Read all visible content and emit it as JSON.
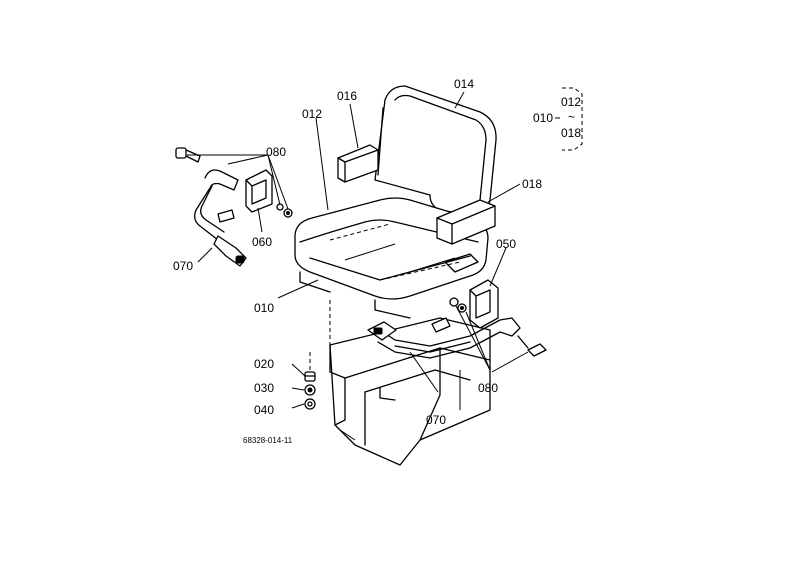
{
  "labels": {
    "p010_main": "010",
    "p010_bracket": "010",
    "p012": "012",
    "p012_bracket": "012",
    "p014": "014",
    "p016": "016",
    "p018": "018",
    "p018_bracket": "018",
    "p020": "020",
    "p030": "030",
    "p040": "040",
    "p050": "050",
    "p060": "060",
    "p070_left": "070",
    "p070_right": "070",
    "p080_left": "080",
    "p080_right": "080",
    "tilde": "~",
    "drawing_number": "68328-014-11"
  }
}
